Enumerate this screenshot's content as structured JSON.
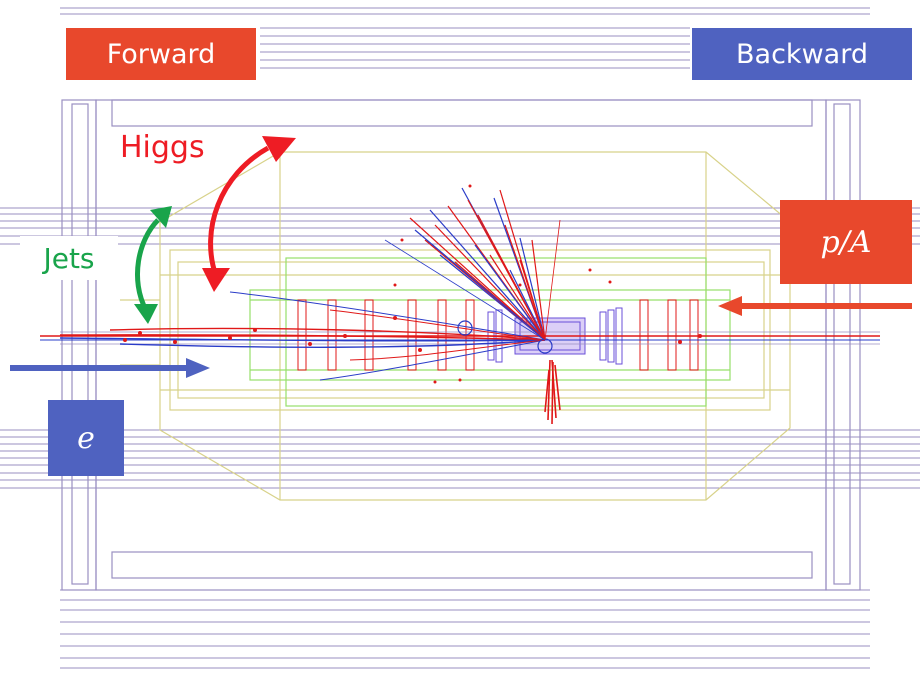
{
  "labels": {
    "forward": "Forward",
    "backward": "Backward",
    "higgs": "Higgs",
    "jets": "Jets",
    "proton_ion": "p/A",
    "electron": "e"
  },
  "colors": {
    "forward_box": "#e8482c",
    "backward_box": "#4f62c0",
    "higgs": "#ee1c24",
    "jets": "#19a44b",
    "proton_beam": "#e8482c",
    "electron_beam": "#4f62c0",
    "detector_outline": "#9a8fc2",
    "inner_detector": "#d8d28a",
    "tracker": "#97e06a",
    "tracks_red": "#e01818",
    "tracks_blue": "#2a3cc8"
  }
}
